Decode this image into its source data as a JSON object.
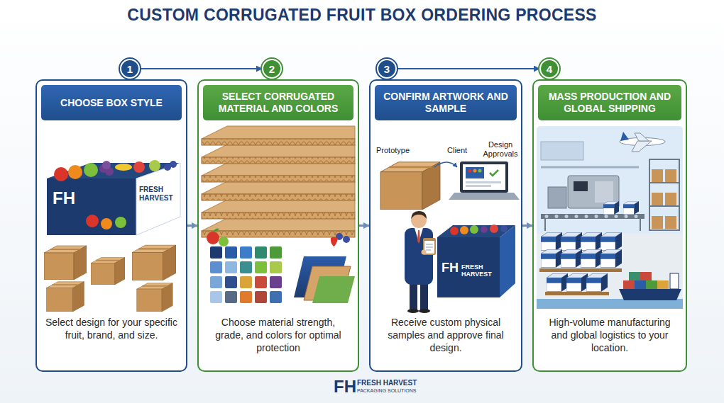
{
  "diagram": {
    "title": "CUSTOM CORRUGATED FRUIT BOX ORDERING PROCESS",
    "nodes": [
      {
        "text": [
          "1"
        ]
      },
      {
        "text": [
          "Select design for your specific fruit, brand, and size."
        ]
      },
      {
        "text": [
          "CHOOSE BOX STYLE"
        ],
        "in": 1
      },
      {
        "text": [
          "2"
        ]
      },
      {
        "text": [
          "Choose material strength, grade, and colors for optimal protection"
        ]
      },
      {
        "text": [
          "SELECT CORRUGATED MATERIAL AND COLORS"
        ],
        "in": 4
      },
      {
        "text": [
          "3"
        ]
      },
      {
        "text": [
          "Receive custom physical samples and approve final design."
        ]
      },
      {
        "text": [
          "CONFIRM ARTWORK AND SAMPLE"
        ],
        "in": 7
      },
      {
        "text": [
          "4"
        ]
      },
      {
        "text": [
          "High-volume manufacturing and global logistics to your location."
        ]
      },
      {
        "text": [
          "MASS PRODUCTION AND GLOBAL SHIPPING"
        ],
        "in": 10
      }
    ],
    "edges": [
      {
        "from": 0,
        "to": 3,
        "arrow": "to"
      },
      {
        "from": 6,
        "to": 9,
        "arrow": "to"
      },
      {
        "from": 1,
        "to": 4,
        "arrow": "to"
      },
      {
        "from": 4,
        "to": 7,
        "arrow": "to"
      },
      {
        "from": 7,
        "to": 10,
        "arrow": "to"
      }
    ],
    "labels": [
      "FH",
      "FRESH HARVEST",
      "Prototype",
      "Client",
      "Design Approvals",
      "FH",
      "FRESH HARVEST",
      "FH",
      "FRESH HARVEST",
      "PACKAGING SOLUTIONS"
    ]
  }
}
